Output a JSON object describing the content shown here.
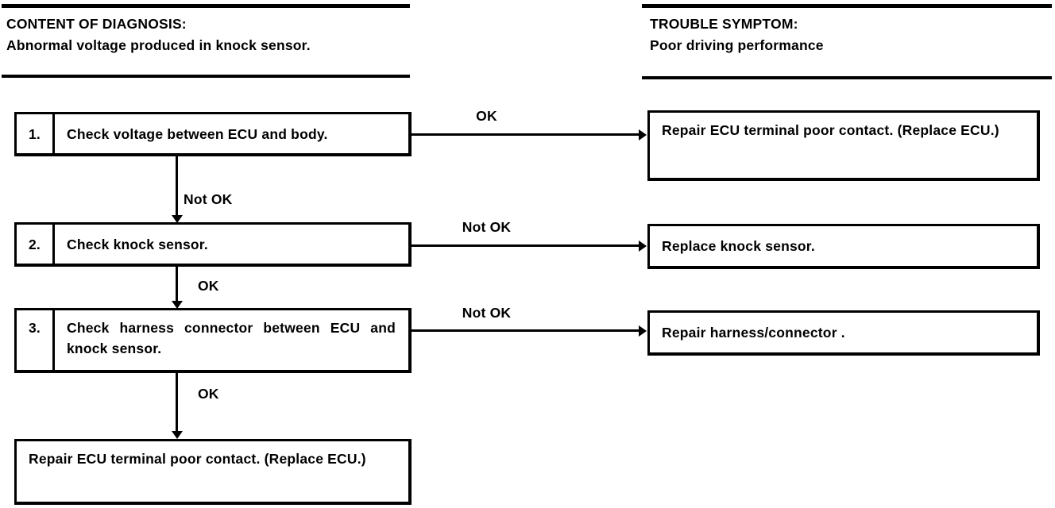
{
  "page": {
    "background": "#ffffff",
    "ink": "#000000"
  },
  "headers": {
    "diagnosis": {
      "title": "CONTENT OF DIAGNOSIS:",
      "subtitle": "Abnormal voltage produced in knock sensor."
    },
    "symptom": {
      "title": "TROUBLE SYMPTOM:",
      "subtitle": "Poor driving performance"
    }
  },
  "steps": [
    {
      "number": "1.",
      "text": "Check voltage between ECU and body.",
      "down_label": "Not OK",
      "right_label": "OK",
      "result": "Repair ECU terminal poor contact. (Replace ECU.)"
    },
    {
      "number": "2.",
      "text": "Check knock sensor.",
      "down_label": "OK",
      "right_label": "Not OK",
      "result": "Replace knock sensor."
    },
    {
      "number": "3.",
      "text": "Check harness connector between ECU and knock sensor.",
      "down_label": "OK",
      "right_label": "Not OK",
      "result": "Repair harness/connector ."
    }
  ],
  "final_step": {
    "text": "Repair ECU terminal poor contact. (Replace ECU.)"
  }
}
